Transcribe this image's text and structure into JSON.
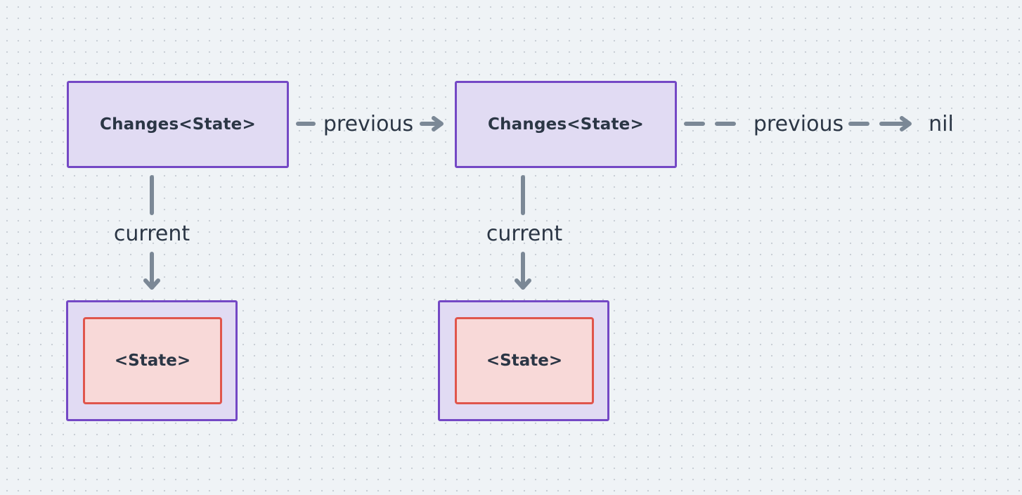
{
  "nodes": {
    "changes_1": "Changes<State>",
    "changes_2": "Changes<State>",
    "state_1": "<State>",
    "state_2": "<State>",
    "nil": "nil"
  },
  "edges": {
    "previous_1": "previous",
    "previous_2": "previous",
    "current_1": "current",
    "current_2": "current"
  },
  "colors": {
    "background": "#eff3f6",
    "changes_fill": "#e1dbf3",
    "changes_border": "#7448c5",
    "state_fill": "#f8d9d8",
    "state_border": "#e0554c",
    "connector": "#7b8896",
    "text": "#2b3645"
  }
}
